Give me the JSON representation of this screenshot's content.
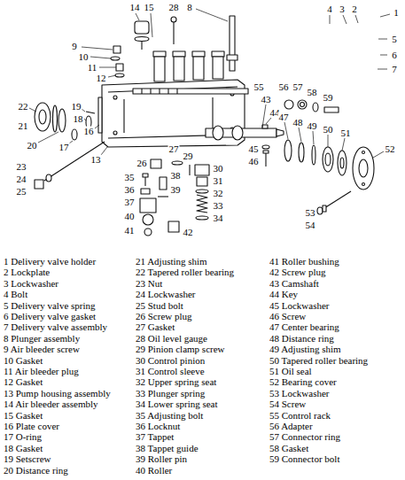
{
  "diagram": {
    "labels": [
      "1",
      "2",
      "3",
      "4",
      "5",
      "6",
      "7",
      "8",
      "9",
      "10",
      "11",
      "12",
      "13",
      "14",
      "15",
      "16",
      "17",
      "18",
      "19",
      "20",
      "21",
      "22",
      "23",
      "24",
      "25",
      "26",
      "27",
      "28",
      "29",
      "30",
      "31",
      "32",
      "33",
      "34",
      "35",
      "36",
      "37",
      "38",
      "39",
      "40",
      "41",
      "42",
      "43",
      "44",
      "45",
      "46",
      "47",
      "48",
      "49",
      "50",
      "51",
      "52",
      "53",
      "54",
      "55",
      "56",
      "57",
      "58",
      "59",
      "1 Delivery valve holder",
      "2 Lockplate",
      "3 Lockwasher",
      "4 Bolt",
      "5 Delivery valve spring",
      "6 Delivery valve gasket",
      "7 Delivery valve assembly",
      "8 Plunger assembly",
      "9 Air bleeder screw",
      "10 Gasket",
      "11 Air bleeder plug",
      "12 Gasket",
      "13 Pump housing assembly",
      "14 Air bleeder assembly",
      "15 Gasket",
      "16 Plate cover",
      "17 O-ring",
      "18 Gasket",
      "19 Setscrew",
      "20 Distance ring",
      "21 Adjusting shim",
      "22 Tapered roller bearing",
      "23 Nut",
      "24 Lockwasher",
      "25 Stud bolt",
      "26 Screw plug",
      "27 Gasket",
      "28 Oil level gauge",
      "29 Pinion clamp screw",
      "30 Control pinion",
      "31 Control sleeve",
      "32 Upper spring seat",
      "33 Plunger spring",
      "34 Lower spring seat",
      "35 Adjusting bolt",
      "36 Locknut",
      "37 Tappet",
      "38 Tappet guide",
      "39 Roller pin",
      "40 Roller",
      "41 Roller bushing",
      "42 Screw plug",
      "43 Camshaft",
      "44 Key",
      "45 Lockwasher",
      "46 Screw",
      "47 Center bearing",
      "48 Distance ring",
      "49 Adjusting shim",
      "50 Tapered roller bearing",
      "51 Oil seal",
      "52 Bearing cover",
      "53 Lockwasher",
      "54 Screw",
      "55 Control rack",
      "56 Adapter",
      "57 Connector ring",
      "58 Gasket",
      "59 Connector bolt"
    ]
  }
}
